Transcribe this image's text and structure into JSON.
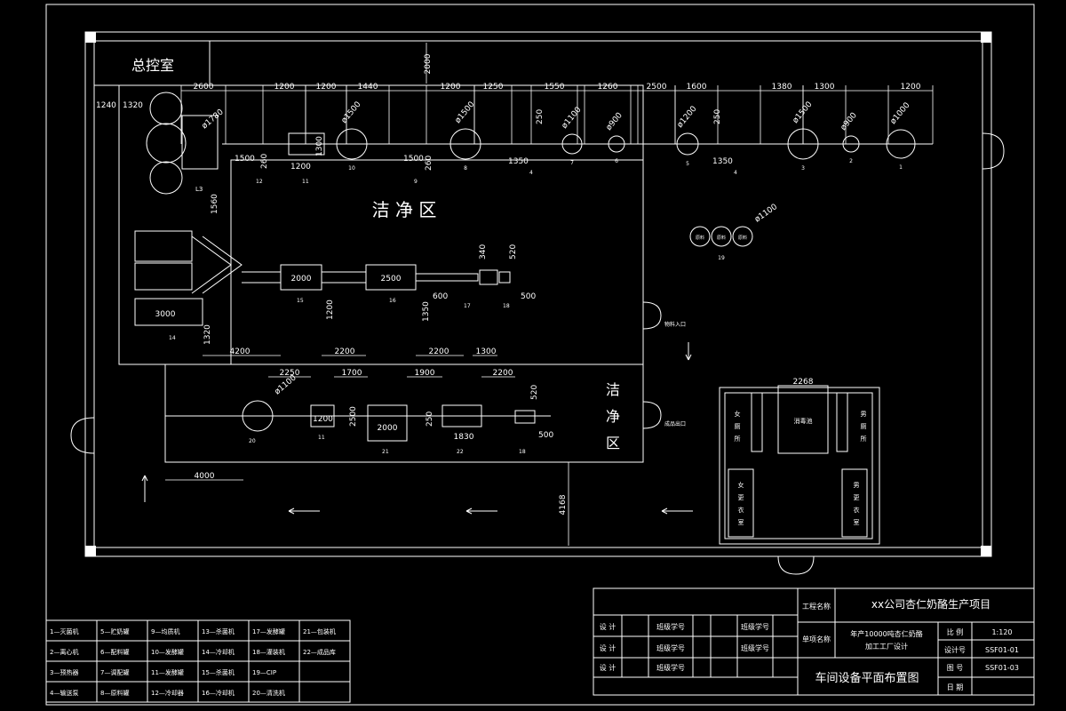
{
  "drawing": {
    "control_room": "总控室",
    "clean_zone_main": "洁 净 区",
    "clean_zone_side": [
      "洁",
      "净",
      "区"
    ],
    "top_dim_2000": "2000",
    "right_dim_4168": "4168",
    "left_dim_4000": "4000",
    "dims_top": [
      "2600",
      "1200",
      "1200",
      "1440",
      "1200",
      "1250",
      "1550",
      "1260",
      "2500",
      "1600",
      "1380",
      "1300",
      "1200"
    ],
    "dims_left": [
      "1240",
      "1320"
    ],
    "dims_small": [
      "1500",
      "260",
      "1200",
      "1300",
      "1500",
      "260",
      "1350",
      "250",
      "250",
      "1350"
    ],
    "tank_diams": [
      "ø1780",
      "ø1500",
      "ø1500",
      "ø1100",
      "ø900",
      "ø1200",
      "ø1500",
      "ø900",
      "ø1000"
    ],
    "tank_numbers": [
      "10",
      "8",
      "7",
      "6",
      "5",
      "3",
      "2",
      "1"
    ],
    "station_numbers": [
      "12",
      "11",
      "9",
      "4",
      "4",
      "13"
    ],
    "dims_middle": [
      "1560",
      "3000",
      "2000",
      "2500",
      "340",
      "520",
      "600",
      "500",
      "1200",
      "1350",
      "1320",
      "4200",
      "2200",
      "2200",
      "1300"
    ],
    "mid_numbers": [
      "14",
      "15",
      "16",
      "17",
      "18"
    ],
    "small_tanks_diam": "ø1100",
    "small_tanks_labels": [
      "原料",
      "原料",
      "原料"
    ],
    "small_tanks_number": "19",
    "lower_dims": [
      "2250",
      "1700",
      "1900",
      "2200",
      "ø1100",
      "1200",
      "2500",
      "2000",
      "250",
      "1830",
      "520",
      "500"
    ],
    "lower_numbers": [
      "20",
      "11",
      "21",
      "22",
      "18"
    ],
    "side_label_1": "物料入口",
    "side_label_2": "成品出口",
    "toilet_w": [
      "女",
      "厕",
      "所"
    ],
    "toilet_m": [
      "男",
      "厕",
      "所"
    ],
    "wash_room": "消毒池",
    "wash_dim": "2268",
    "locker_w": [
      "女",
      "更",
      "衣",
      "室"
    ],
    "locker_m": [
      "男",
      "更",
      "衣",
      "室"
    ]
  },
  "legend": [
    [
      "1—灭菌机",
      "5—贮奶罐",
      "9—均质机",
      "13—杀菌机",
      "17—发酵罐",
      "21—包装机"
    ],
    [
      "2—离心机",
      "6—配料罐",
      "10—发酵罐",
      "14—冷却机",
      "18—灌装机",
      "22—成品库"
    ],
    [
      "3—预热器",
      "7—调配罐",
      "11—发酵罐",
      "15—杀菌机",
      "19—CIP",
      ""
    ],
    [
      "4—输送泵",
      "8—原料罐",
      "12—冷却器",
      "16—冷却机",
      "20—清洗机",
      ""
    ]
  ],
  "title_block": {
    "project_label": "工程名称",
    "project_name": "xx公司杏仁奶酪生产项目",
    "item_label": "单项名称",
    "item_name_1": "年产10000吨杏仁奶酪",
    "item_name_2": "加工工厂设计",
    "drawing_name": "车间设备平面布置图",
    "rows": [
      [
        "设 计",
        "班级学号",
        "班级学号"
      ],
      [
        "设 计",
        "班级学号",
        "班级学号"
      ],
      [
        "设 计",
        "班级学号",
        ""
      ]
    ],
    "scale_label": "比 例",
    "scale_value": "1:120",
    "design_no_label": "设计号",
    "design_no_value": "SSF01-01",
    "sheet_label": "图 号",
    "sheet_value": "SSF01-03",
    "date_label": "日 期"
  }
}
